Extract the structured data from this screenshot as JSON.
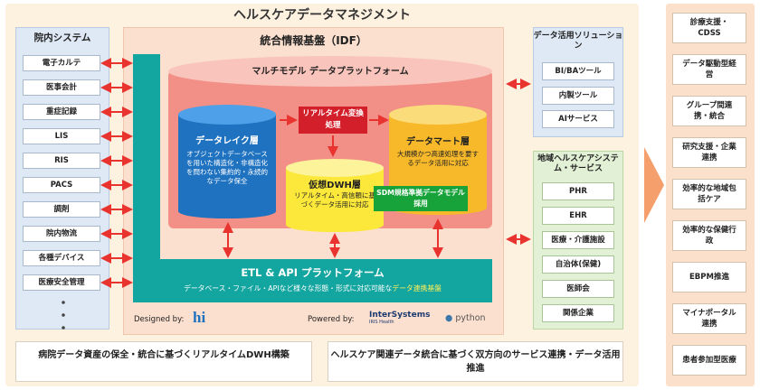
{
  "title": "ヘルスケアデータマネジメント",
  "hospital_systems": {
    "title": "院内システム",
    "items": [
      "電子カルテ",
      "医事会計",
      "重症記録",
      "LIS",
      "RIS",
      "PACS",
      "調剤",
      "院内物流",
      "各種デバイス",
      "医療安全管理"
    ],
    "more": "・・・"
  },
  "idf": {
    "title": "統合情報基盤（IDF）",
    "multimodel": "マルチモデル データプラットフォーム",
    "data_lake": {
      "title": "データレイク層",
      "desc": "オブジェクトデータベースを用いた構造化・非構造化を問わない集約的・永続的なデータ保全"
    },
    "realtime": "リアルタイム変換処理",
    "data_mart": {
      "title": "データマート層",
      "desc": "大規模かつ高速処理を要するデータ活用に対応"
    },
    "virtual_dwh": {
      "title": "仮想DWH層",
      "desc": "リアルタイム・高信頼に基づくデータ活用に対応"
    },
    "sdm": "SDM規格準拠データモデル採用",
    "etl_title": "ETL & API プラットフォーム",
    "etl_desc": "データベース・ファイル・APIなど様々な形態・形式に対応可能な",
    "etl_desc_highlight": "データ連携基盤",
    "designed_by": "Designed by:",
    "designed_logo": "hi",
    "powered_by": "Powered by:",
    "intersystems": "InterSystems",
    "intersystems_sub": "IRIS Health",
    "python": "python"
  },
  "solutions": {
    "title": "データ活用ソリューション",
    "items": [
      "BI/BAツール",
      "内製ツール",
      "AIサービス"
    ]
  },
  "regional": {
    "title": "地域ヘルスケアシステム・サービス",
    "items": [
      "PHR",
      "EHR",
      "医療・介護施設",
      "自治体(保健)",
      "医師会",
      "関係企業"
    ]
  },
  "bottom": {
    "left": "病院データ資産の保全・統合に基づくリアルタイムDWH構築",
    "right": "ヘルスケア関連データ統合に基づく双方向のサービス連携・データ活用推進"
  },
  "outcomes": [
    "診療支援・CDSS",
    "データ駆動型経営",
    "グループ間連携・統合",
    "研究支援・企業連携",
    "効率的な地域包括ケア",
    "効率的な保健行政",
    "EBPM推進",
    "マイナポータル連携",
    "患者参加型医療"
  ],
  "colors": {
    "teal": "#13a59f",
    "red": "#d21f2a",
    "lake": "#1f72c0",
    "mart": "#f7b92a",
    "dwh": "#fbe83a",
    "sdm": "#18a23a",
    "arrow": "#e8332f"
  }
}
